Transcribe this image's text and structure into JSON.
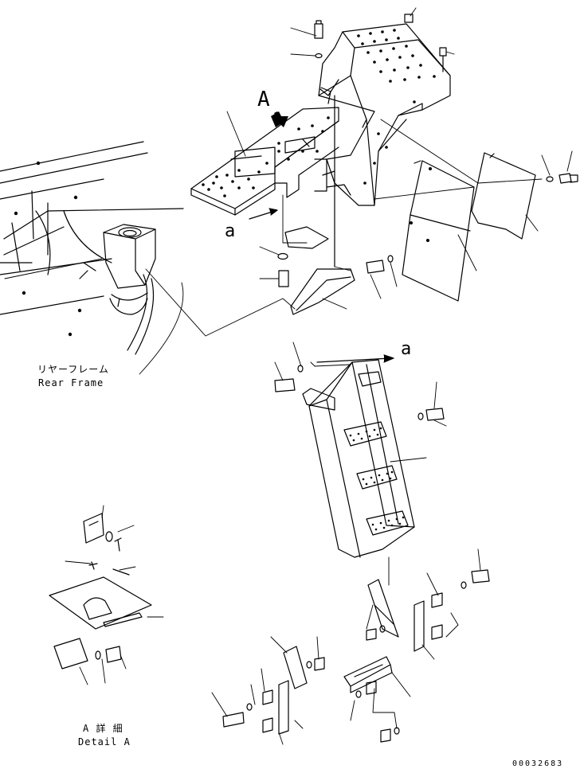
{
  "labels": {
    "view_a": "A",
    "arrow_a": "a",
    "rear_frame_jp": "リヤーフレーム",
    "rear_frame_en": "Rear Frame",
    "detail_a_jp": "A 詳 細",
    "detail_a_en": "Detail A",
    "drawing_number": "00032683"
  }
}
